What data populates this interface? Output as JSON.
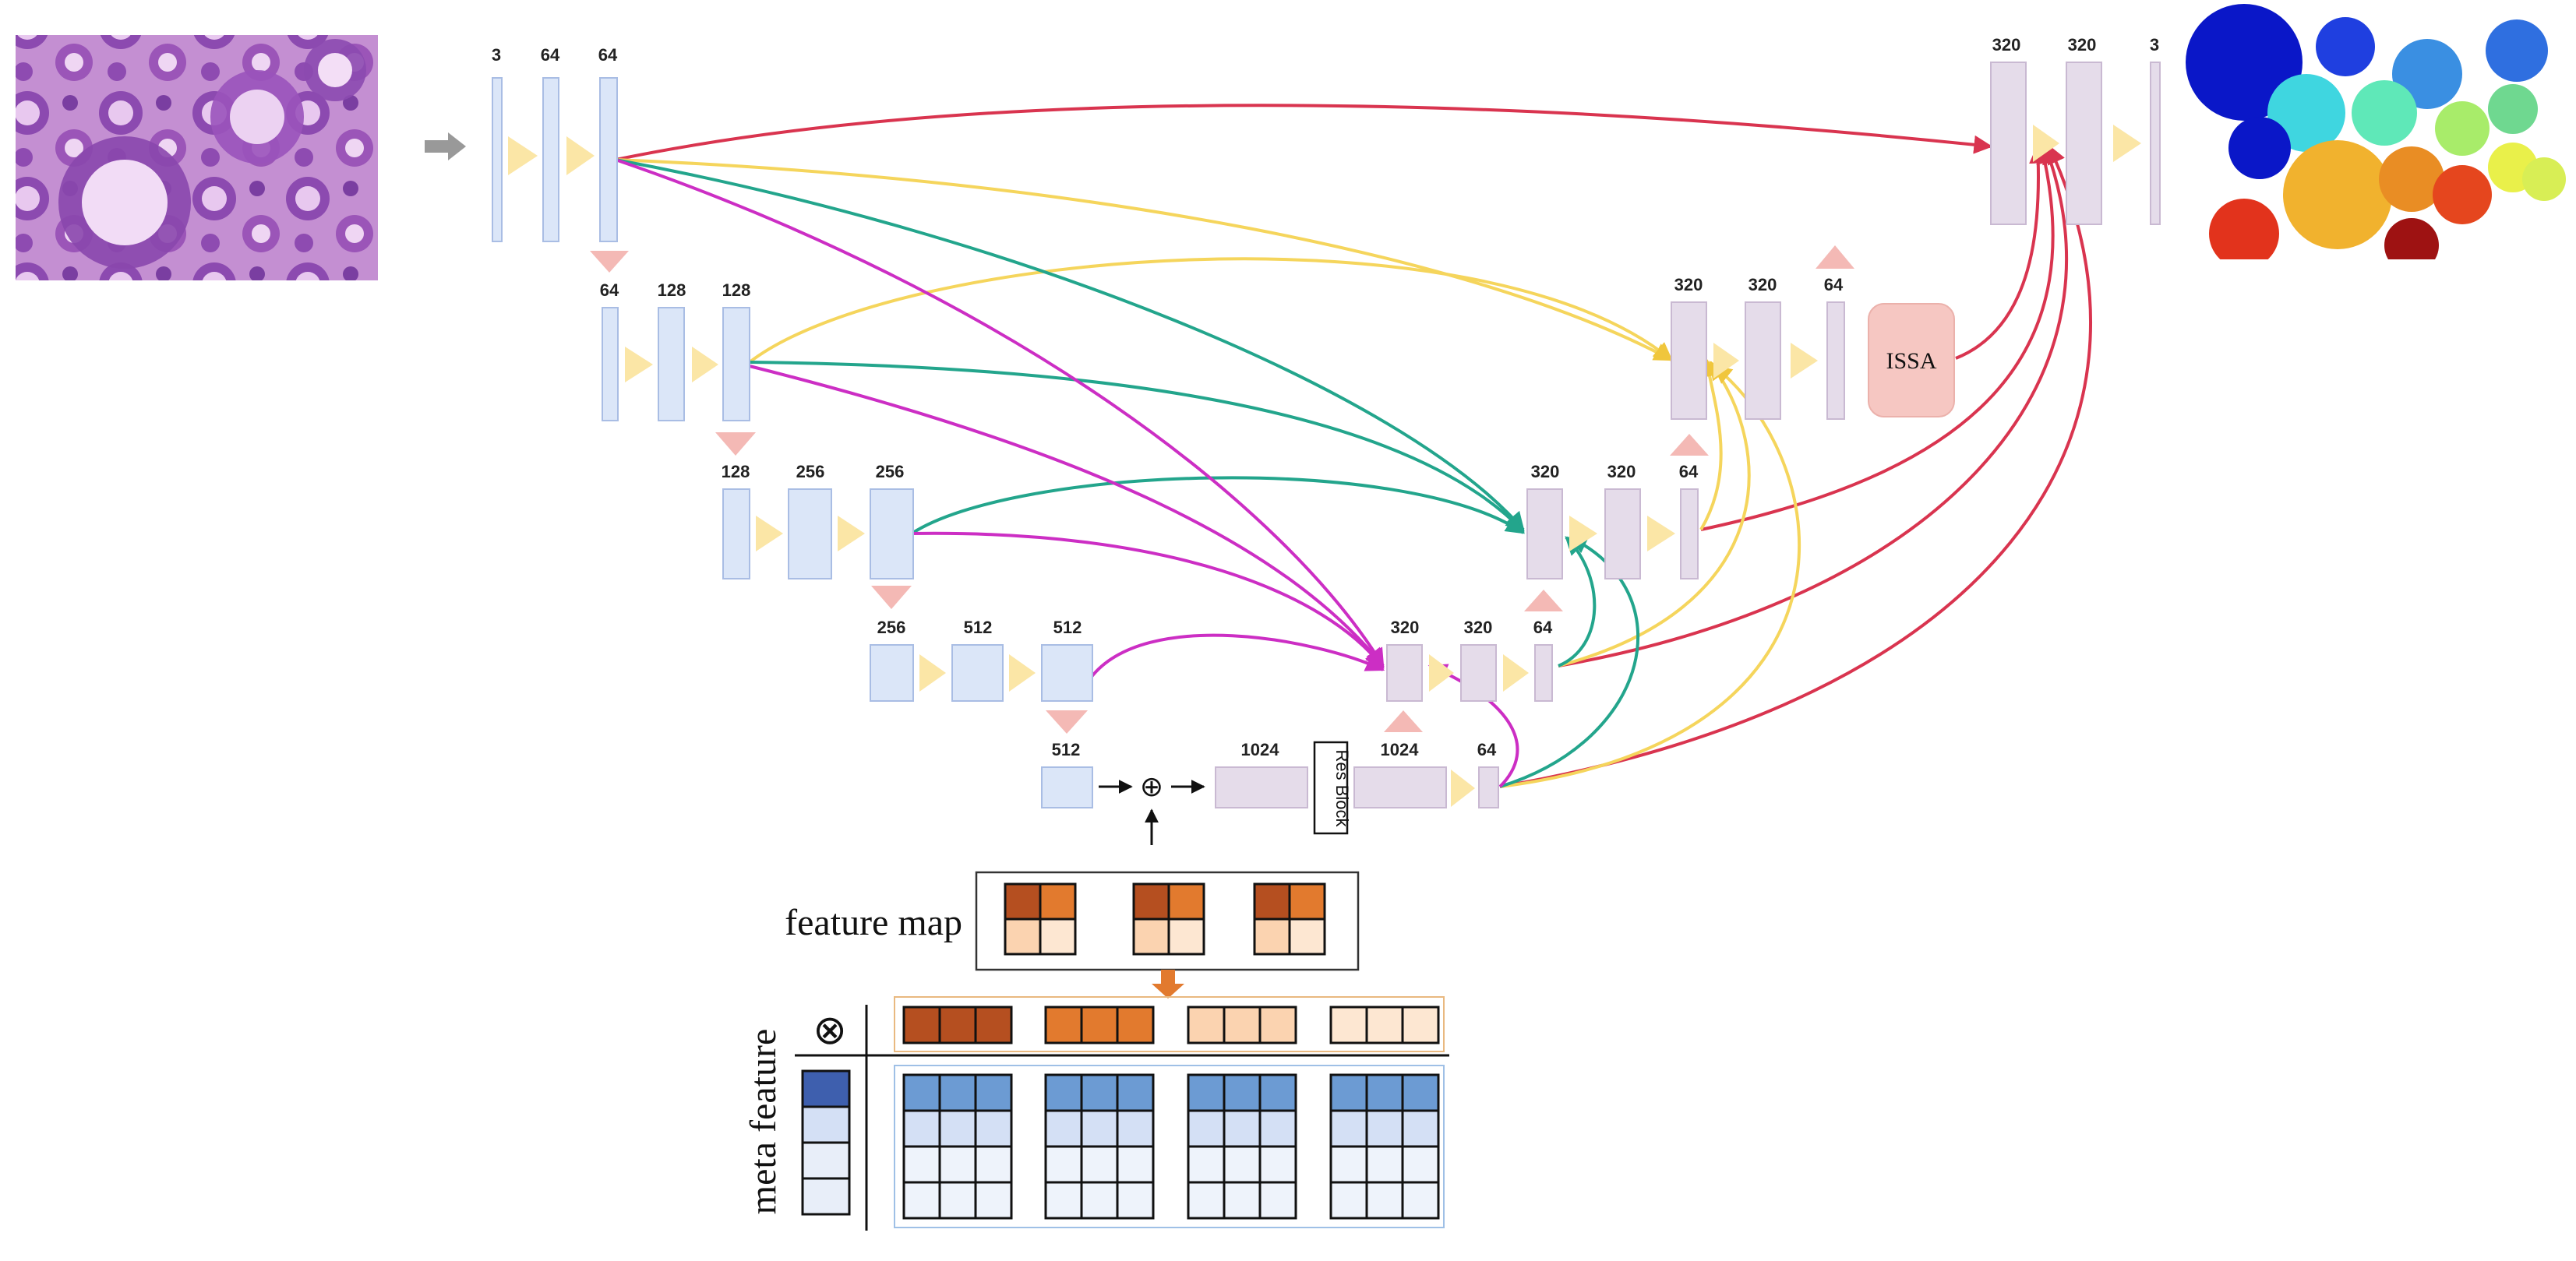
{
  "issa_label": "ISSA",
  "resblock_label": "Res Block",
  "feature_map_label": "feature map",
  "meta_feature_label": "meta feature",
  "plus_symbol": "⊕",
  "times_symbol": "⊗",
  "colors": {
    "encoder_block": "#dbe6f8",
    "encoder_stroke": "#a9bde4",
    "decoder_block": "#e5dcea",
    "decoder_stroke": "#c9b9d2",
    "forward_arrow": "#fbe6a6",
    "pool_marker": "#f4b9b5",
    "issa_fill": "#f6c7c2",
    "skip_red": "#d9344f",
    "skip_yellow": "#f5d55c",
    "skip_green": "#23a58c",
    "skip_magenta": "#cc2ec4",
    "feature_dark": "#b54f20",
    "feature_mid": "#e27a2e",
    "feature_light": "#fbd3b0",
    "meta_dark": "#3e5fae",
    "meta_mid": "#6c9bd3",
    "meta_light": "#d4e0f5"
  },
  "levels": [
    {
      "name": "level-1-encoder",
      "labels": [
        "3",
        "64",
        "64"
      ]
    },
    {
      "name": "level-2-encoder",
      "labels": [
        "64",
        "128",
        "128"
      ]
    },
    {
      "name": "level-3-encoder",
      "labels": [
        "128",
        "256",
        "256"
      ]
    },
    {
      "name": "level-4-encoder",
      "labels": [
        "256",
        "512",
        "512"
      ]
    },
    {
      "name": "bottleneck",
      "labels": [
        "512",
        "1024",
        "1024",
        "64"
      ]
    }
  ],
  "decoders": [
    {
      "name": "decoder-level-4",
      "labels": [
        "320",
        "320",
        "64"
      ]
    },
    {
      "name": "decoder-level-3",
      "labels": [
        "320",
        "320",
        "64"
      ]
    },
    {
      "name": "decoder-level-2",
      "labels": [
        "320",
        "320",
        "64"
      ]
    },
    {
      "name": "decoder-level-1",
      "labels": [
        "320",
        "320",
        "3"
      ]
    }
  ]
}
